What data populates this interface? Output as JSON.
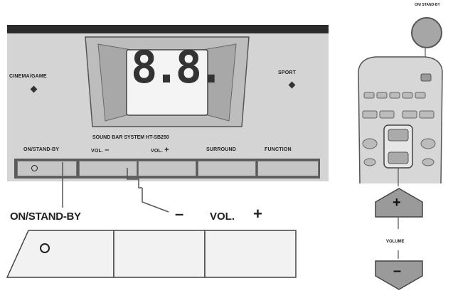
{
  "panel": {
    "display_readout": "8.8.",
    "left_indicator": "CINEMA/GAME",
    "right_indicator": "SPORT",
    "model_line": "SOUND BAR SYSTEM  HT-SB250",
    "button_labels": [
      "ON/STAND-BY",
      "VOL.",
      "VOL.",
      "SURROUND",
      "FUNCTION"
    ],
    "vol_minus_sign": "–",
    "vol_plus_sign": "+"
  },
  "enlarged": {
    "on_standby_label": "ON/STAND-BY",
    "minus_sign": "–",
    "vol_label": "VOL.",
    "plus_sign": "+"
  },
  "remote": {
    "power_label": "ON/ STAND-BY",
    "plus_symbol": "+",
    "minus_symbol": "–",
    "volume_label": "VOLUME"
  },
  "colors": {
    "panel_gray": "#d4d4d4",
    "dark_bar": "#2b2b2b",
    "display_bg": "#f4f4f4",
    "button_gray": "#c6c6c6",
    "remote_button": "#9a9a9a"
  }
}
